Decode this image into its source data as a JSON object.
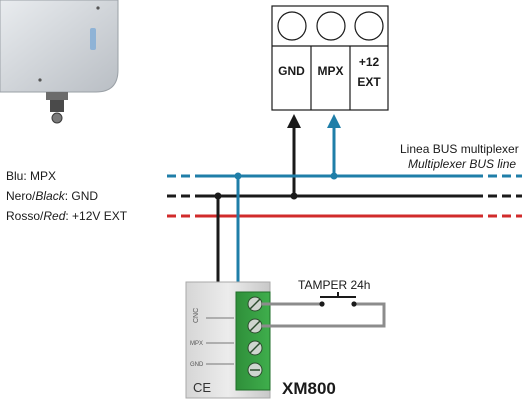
{
  "wires": {
    "blue": {
      "label_a": "Blu",
      "label_sep": ": ",
      "label_b": "MPX",
      "color": "#1f7ea8"
    },
    "black": {
      "label_a": "Nero",
      "label_slash": "/",
      "label_em": "Black",
      "label_sep": ": ",
      "label_b": "GND",
      "color": "#1a1a1a"
    },
    "red": {
      "label_a": "Rosso",
      "label_slash": "/",
      "label_em": "Red",
      "label_sep": ": ",
      "label_b": "+12V EXT",
      "color": "#d12b2b"
    }
  },
  "bus": {
    "line_it": "Linea BUS multiplexer",
    "line_en": "Multiplexer BUS line"
  },
  "terminal_block": {
    "gnd": "GND",
    "mpx": "MPX",
    "v12_line1": "+12",
    "v12_line2": "EXT"
  },
  "tamper": {
    "label": "TAMPER 24h"
  },
  "module": {
    "name": "XM800",
    "side_cnc": "CNC",
    "side_mpx": "MPX",
    "side_gnd": "GND",
    "ce_mark": "CE"
  }
}
